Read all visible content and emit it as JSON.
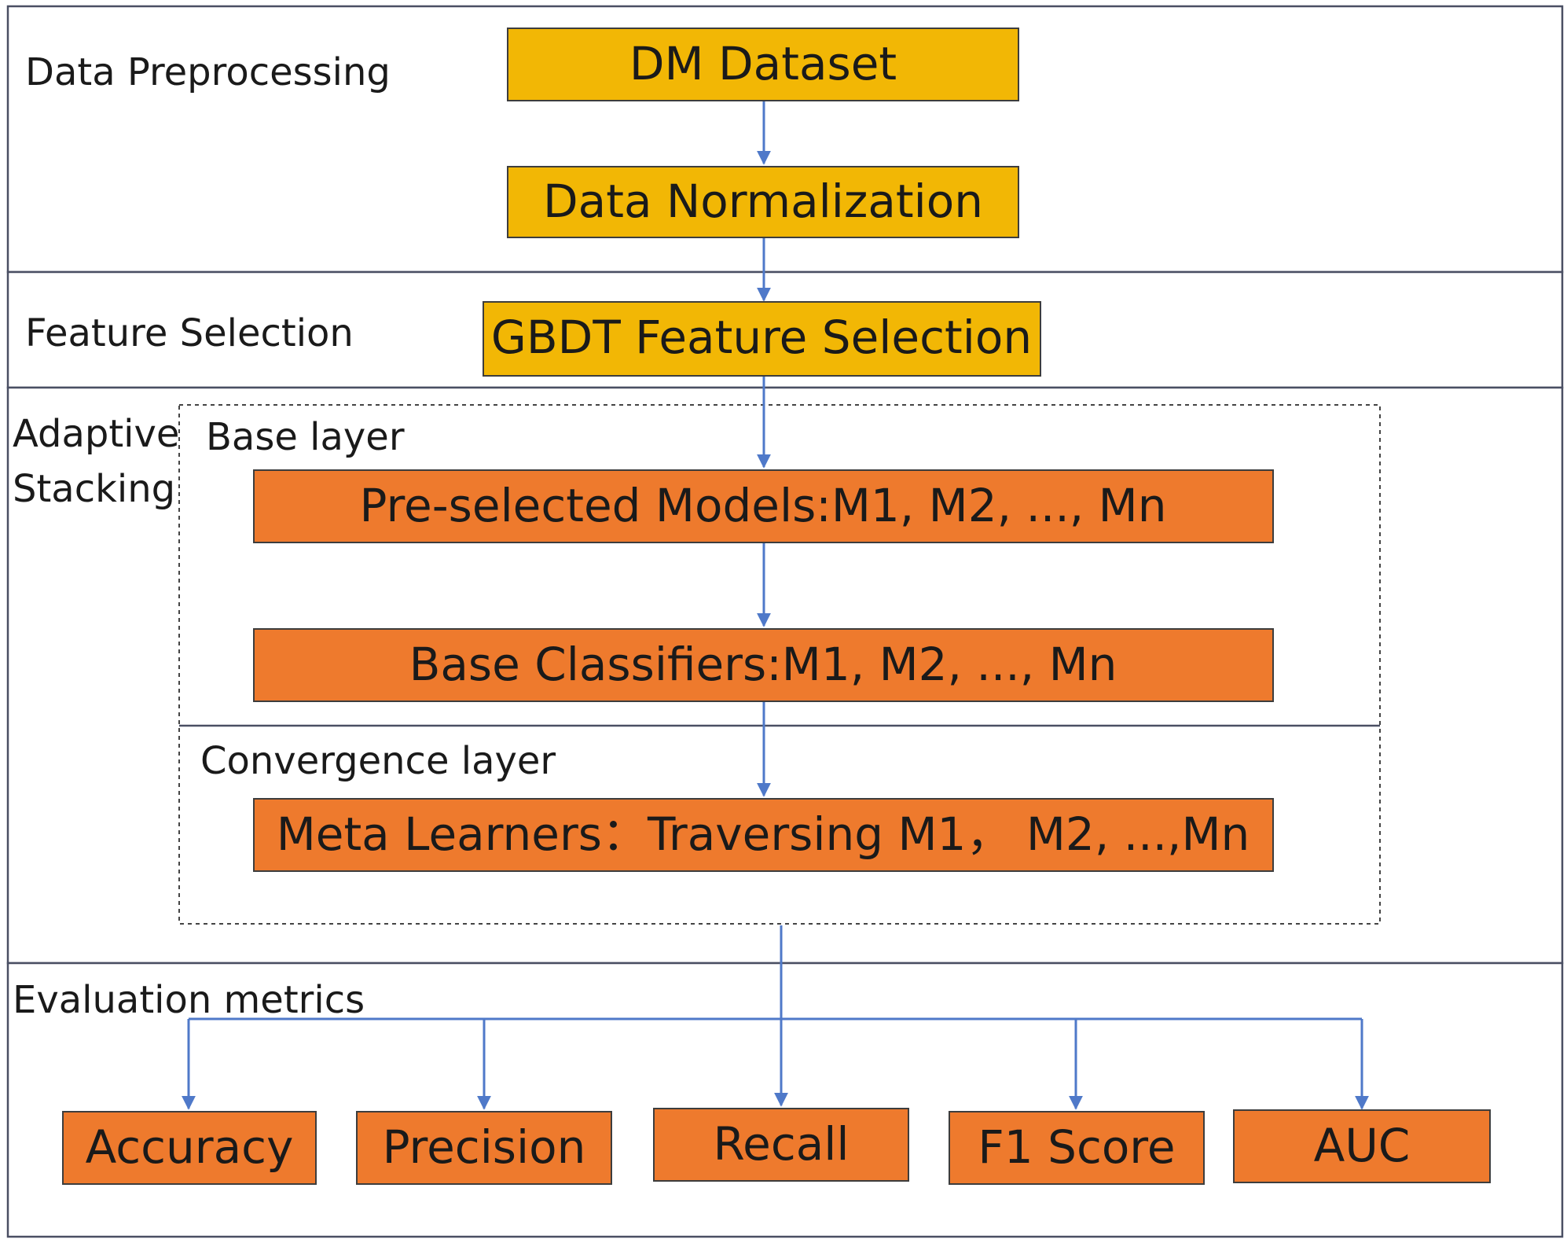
{
  "sections": {
    "preprocessing": "Data Preprocessing",
    "feature_selection": "Feature Selection",
    "adaptive_line1": "Adaptive",
    "adaptive_line2": "Stacking",
    "evaluation": "Evaluation metrics"
  },
  "layers": {
    "base": "Base layer",
    "convergence": "Convergence layer"
  },
  "nodes": {
    "dm_dataset": "DM Dataset",
    "normalization": "Data Normalization",
    "gbdt": "GBDT Feature Selection",
    "preselected": "Pre-selected Models:M1, M2, ..., Mn",
    "base_classifiers": "Base Classifiers:M1, M2, ..., Mn",
    "meta_learners": "Meta Learners：Traversing M1， M2, ...,Mn"
  },
  "metrics": [
    "Accuracy",
    "Precision",
    "Recall",
    "F1 Score",
    "AUC"
  ],
  "colors": {
    "yellow": "#f2b705",
    "orange": "#ee7a2d",
    "arrow": "#4f79c9"
  }
}
